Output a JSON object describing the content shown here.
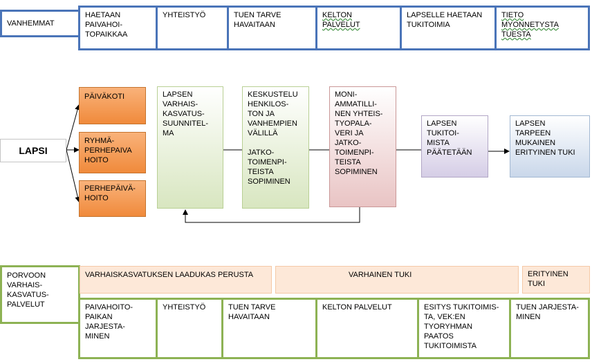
{
  "parents_row": {
    "title": "VANHEMMAT",
    "cells": [
      "HAETAAN\nPAIVAHOI-\nTOPAIKKAA",
      "YHTEISTYÖ",
      "TUEN TARVE\nHAVAITAAN",
      "KELTON\nPALVELUT",
      "LAPSELLE HAETAAN\nTUKITOIMIA",
      "TIETO\nMYONNETYSTA\nTUESTA"
    ]
  },
  "child": {
    "label": "LAPSI",
    "care_options": [
      "PÄIVÄKOTI",
      "RYHMÄ-\nPERHEPAIVA\nHOITO",
      "PERHEPÄIVÄ-\nHOITO"
    ]
  },
  "process": {
    "steps": [
      "LAPSEN\nVARHAIS-\nKASVATUS-\nSUUNNITEL-\nMA",
      "KESKUSTELU\nHENKILOS-\nTON JA\nVANHEMPIEN\nVÄLILLÄ\n\nJATKO-\nTOIMENPI-\nTEISTA\nSOPIMINEN",
      "MONI-\nAMMATILLI-\nNEN YHTEIS-\nTYOPALA-\nVERI JA\nJATKO-\nTOIMENPI-\nTEISTA\nSOPIMINEN",
      "LAPSEN\nTUKITOI-\nMISTA\nPÄÄTETÄÄN",
      "LAPSEN\nTARPEEN\nMUKAINEN\nERITYINEN TUKI"
    ]
  },
  "municipality": {
    "title": "PORVOON\nVARHAIS-\nKASVATUS-\nPALVELUT",
    "bands": [
      "VARHAISKASVATUKSEN LAADUKAS PERUSTA",
      "VARHAINEN TUKI",
      "ERITYINEN\nTUKI"
    ],
    "cells": [
      "PAIVAHOITO-\nPAIKAN\nJARJESTA-\nMINEN",
      "YHTEISTYÖ",
      "TUEN TARVE\nHAVAITAAN",
      "KELTON PALVELUT",
      "ESITYS TUKITOIMIS-\nTA, VEK:EN\nTYORYHMAN\nPAATOS\nTUKITOIMISTA",
      "TUEN JARJESTA-\nMINEN"
    ]
  },
  "colors": {
    "blue_border": "#4a74b8",
    "green_border": "#8db254",
    "orange_fill": "#f4a060",
    "peach_fill": "#fde8d8"
  }
}
